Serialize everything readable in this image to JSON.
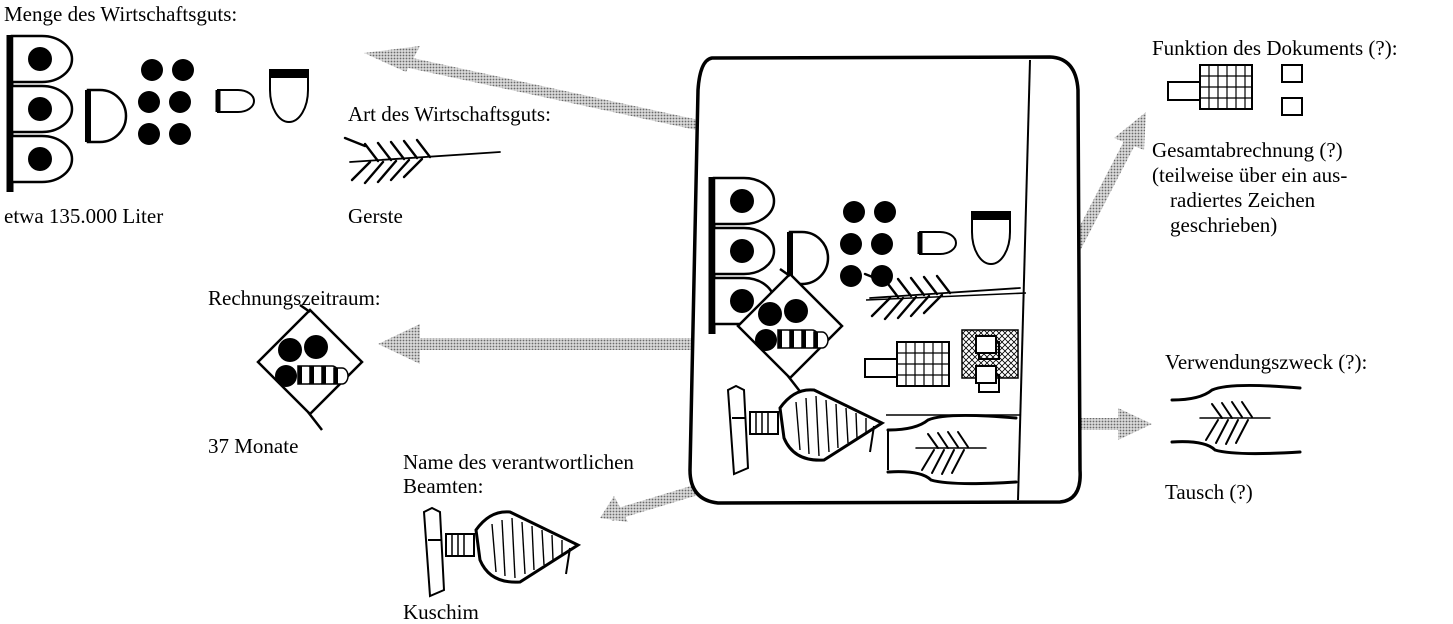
{
  "labels": {
    "quantity_title": "Menge des Wirtschaftsguts:",
    "quantity_value": "etwa 135.000 Liter",
    "kind_title": "Art des Wirtschaftsguts:",
    "kind_value": "Gerste",
    "period_title": "Rechnungszeitraum:",
    "period_value": "37 Monate",
    "official_title_1": "Name des verantwortlichen",
    "official_title_2": "Beamten:",
    "official_value": "Kuschim",
    "function_title": "Funktion des Dokuments (?):",
    "function_value_1": "Gesamtabrechnung (?)",
    "function_value_2": "(teilweise über ein aus-",
    "function_value_3": "radiertes Zeichen",
    "function_value_4": "geschrieben)",
    "purpose_title": "Verwendungszweck (?):",
    "purpose_value": "Tausch (?)"
  },
  "colors": {
    "ink": "#000000",
    "arrow": "#b8b8b8",
    "paper": "#ffffff"
  },
  "icons": [
    "clay-tablet",
    "quantity-numerals",
    "barley-sign",
    "period-sign",
    "official-name-signs",
    "function-sign",
    "exchange-sign"
  ]
}
